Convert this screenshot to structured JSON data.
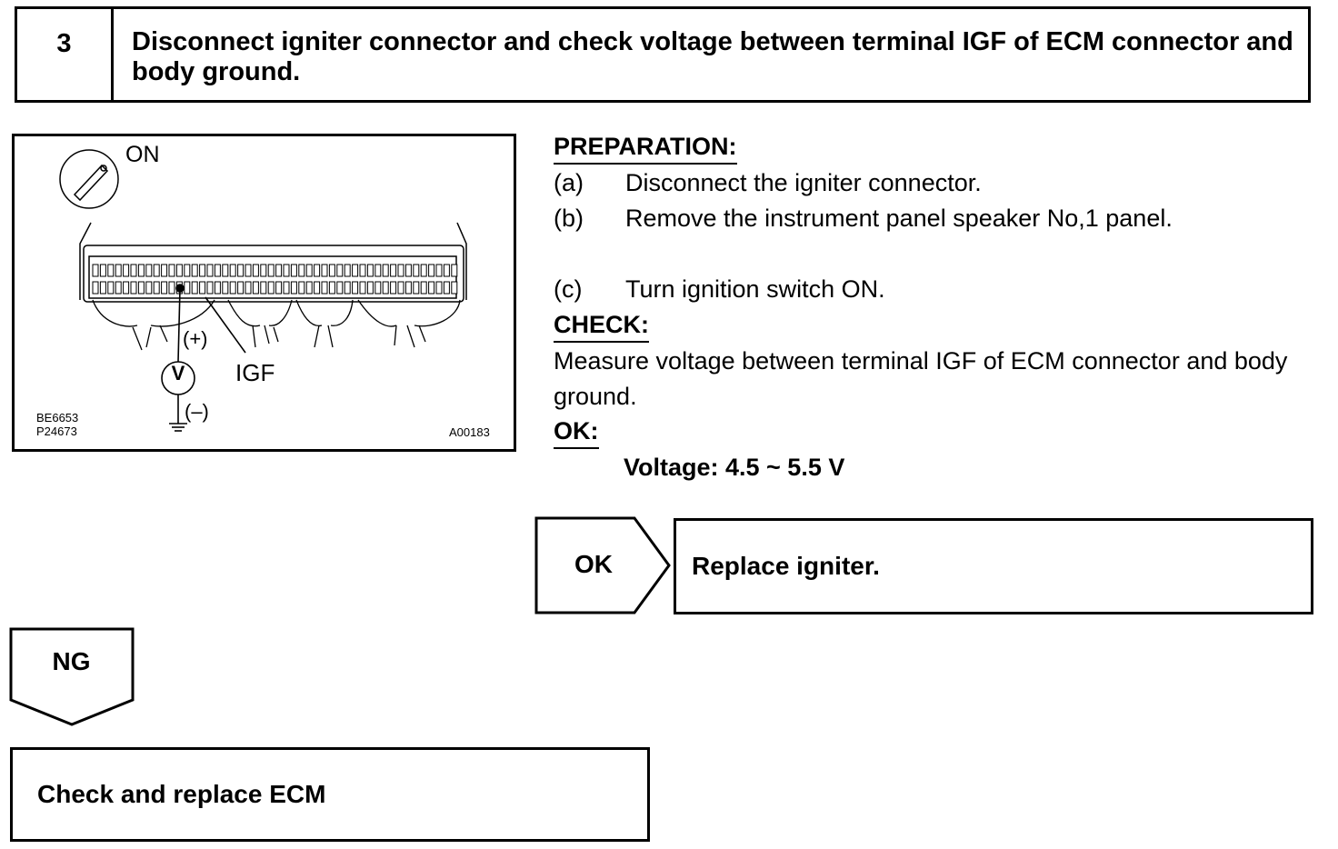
{
  "step": {
    "number": "3",
    "title": "Disconnect igniter connector and check voltage between terminal IGF of ECM connector and body ground."
  },
  "figure": {
    "switch_label": "ON",
    "probe_plus": "(+)",
    "probe_minus": "(–)",
    "terminal_label": "IGF",
    "meter_symbol": "V",
    "codes": [
      "BE6653",
      "P24673",
      "A00183"
    ]
  },
  "preparation": {
    "heading": "PREPARATION:",
    "steps": [
      {
        "letter": "(a)",
        "text": "Disconnect the igniter connector."
      },
      {
        "letter": "(b)",
        "text": "Remove the instrument panel speaker No,1 panel."
      },
      {
        "letter": "(c)",
        "text": "Turn ignition switch ON."
      }
    ]
  },
  "check": {
    "heading": "CHECK:",
    "text": "Measure voltage between terminal IGF of ECM connector and body ground."
  },
  "ok_spec": {
    "heading": "OK:",
    "value": "Voltage: 4.5 ~ 5.5 V"
  },
  "ok_branch": {
    "label": "OK",
    "action": "Replace igniter."
  },
  "ng_branch": {
    "label": "NG",
    "action": "Check and replace ECM"
  }
}
